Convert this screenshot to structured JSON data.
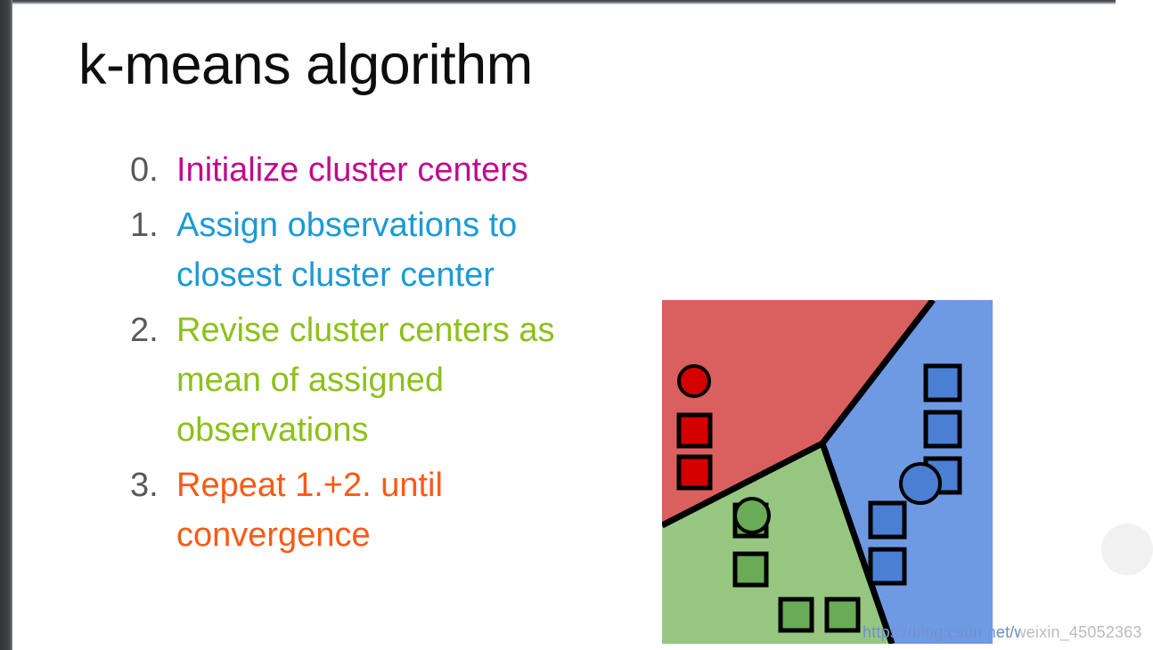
{
  "slide": {
    "title": "k-means algorithm",
    "background_color": "#ffffff"
  },
  "steps": [
    {
      "number": "0.",
      "text": "Initialize cluster centers",
      "color": "#bf0b8c"
    },
    {
      "number": "1.",
      "text": "Assign observations to closest cluster center",
      "color": "#1b9ad6"
    },
    {
      "number": "2.",
      "text": "Revise cluster centers as mean of assigned observations",
      "color": "#8cc119"
    },
    {
      "number": "3.",
      "text": "Repeat 1.+2. until convergence",
      "color": "#fa5a14"
    }
  ],
  "figure": {
    "name": "voronoi-cluster-diagram",
    "regions": [
      {
        "name": "red-region",
        "fill": "#d9605f"
      },
      {
        "name": "green-region",
        "fill": "#97c680"
      },
      {
        "name": "blue-region",
        "fill": "#6e9ae4"
      }
    ],
    "boundary_color": "#000000",
    "markers": {
      "red": {
        "fill": "#d40000",
        "stroke": "#000000",
        "squares": 2,
        "circles": 1
      },
      "green": {
        "fill": "#6aab56",
        "stroke": "#000000",
        "squares": 4,
        "circles": 1
      },
      "blue": {
        "fill": "#4a7fd4",
        "stroke": "#000000",
        "squares": 5,
        "circles": 1
      }
    }
  },
  "watermark": {
    "text": "https://blog.csdn.net/weixin_45052363"
  }
}
